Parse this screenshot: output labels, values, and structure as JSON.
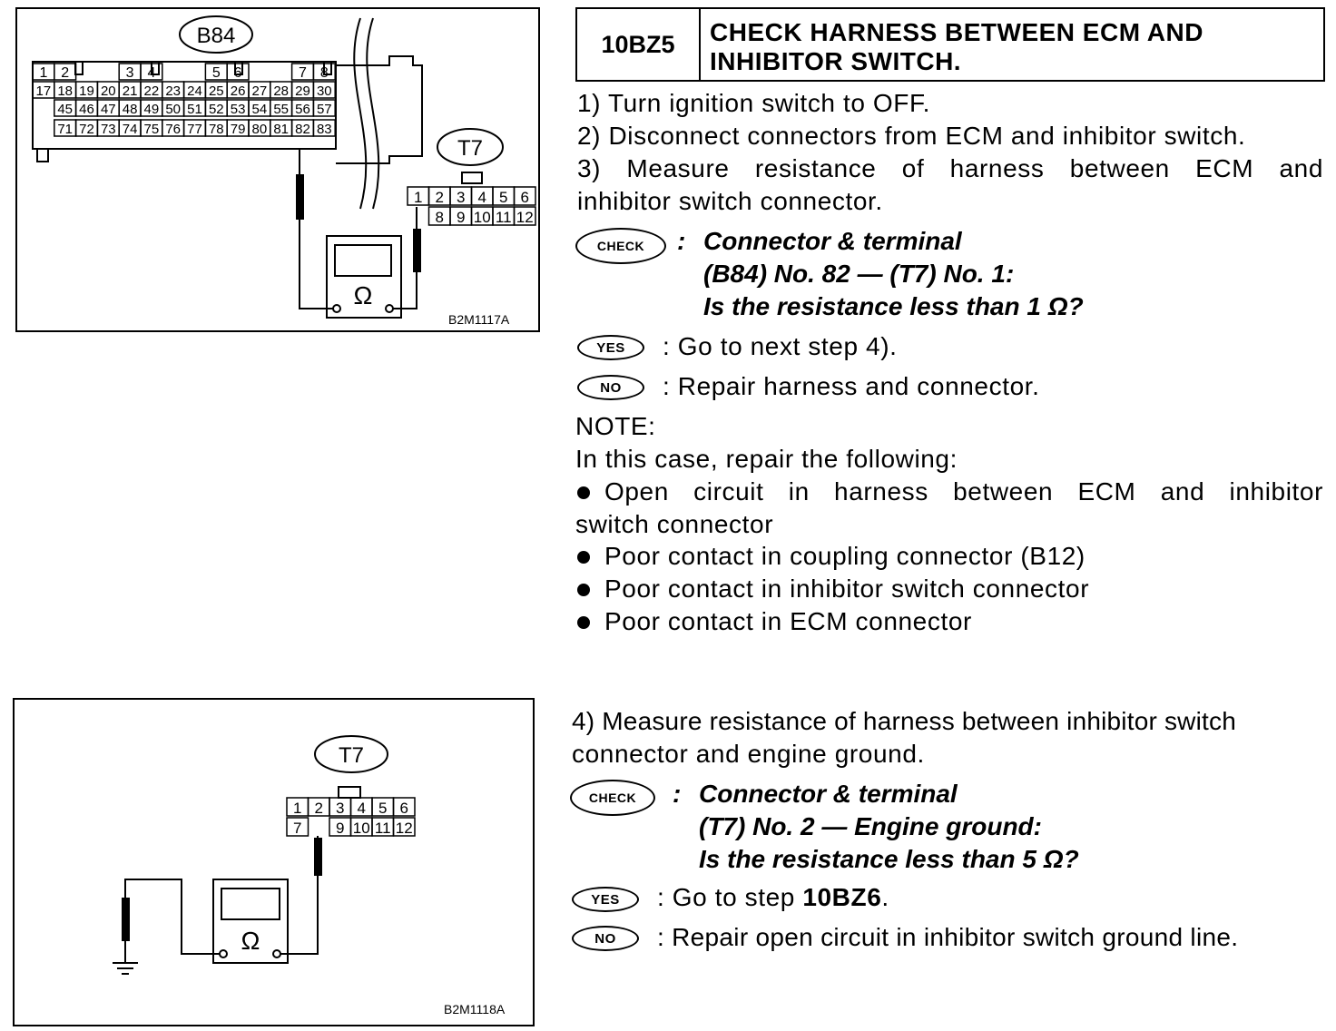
{
  "figure1": {
    "connector_b84": "B84",
    "b84_row1": [
      "1",
      "2",
      "3",
      "4",
      "5",
      "6",
      "7",
      "8"
    ],
    "b84_row2": [
      "17",
      "18",
      "19",
      "20",
      "21",
      "22",
      "23",
      "24",
      "25",
      "26",
      "27",
      "28",
      "29",
      "30"
    ],
    "b84_row3": [
      "45",
      "46",
      "47",
      "48",
      "49",
      "50",
      "51",
      "52",
      "53",
      "54",
      "55",
      "56",
      "57"
    ],
    "b84_row4": [
      "71",
      "72",
      "73",
      "74",
      "75",
      "76",
      "77",
      "78",
      "79",
      "80",
      "81",
      "82",
      "83"
    ],
    "connector_t7": "T7",
    "t7_row1": [
      "1",
      "2",
      "3",
      "4",
      "5",
      "6"
    ],
    "t7_row2": [
      "8",
      "9",
      "10",
      "11",
      "12"
    ],
    "ohm_symbol": "Ω",
    "code": "B2M1117A"
  },
  "step": {
    "id": "10BZ5",
    "title_line1": "CHECK HARNESS BETWEEN ECM AND",
    "title_line2": "INHIBITOR SWITCH.",
    "instr1": "1)  Turn ignition switch to OFF.",
    "instr2": "2)  Disconnect connectors from ECM and inhibitor switch.",
    "instr3_line1": "3) Measure resistance of harness between ECM and",
    "instr3_line2": "inhibitor switch connector.",
    "check_badge": "CHECK",
    "check_colon": ":",
    "check_line1": "Connector & terminal",
    "check_line2": "(B84) No. 82 — (T7) No. 1:",
    "check_line3": "Is the resistance less than 1 Ω?",
    "yes_badge": "YES",
    "yes_text": ":  Go to next step 4).",
    "no_badge": "NO",
    "no_text": ":  Repair harness and connector.",
    "note_label": "NOTE:",
    "note_intro": "In this case, repair the following:",
    "note_items": [
      "Open circuit in harness between ECM and inhibitor",
      "switch connector",
      "Poor contact in coupling connector (B12)",
      "Poor contact in inhibitor switch connector",
      "Poor contact in ECM connector"
    ]
  },
  "figure2": {
    "connector_t7": "T7",
    "t7_row1": [
      "1",
      "2",
      "3",
      "4",
      "5",
      "6"
    ],
    "t7_row2": [
      "7",
      "9",
      "10",
      "11",
      "12"
    ],
    "ohm_symbol": "Ω",
    "code": "B2M1118A"
  },
  "step4": {
    "instr_line1": "4)  Measure resistance of harness between inhibitor switch",
    "instr_line2": "connector and engine ground.",
    "check_badge": "CHECK",
    "check_colon": ":",
    "check_line1": "Connector & terminal",
    "check_line2": "(T7) No. 2 — Engine ground:",
    "check_line3": "Is the resistance less than 5 Ω?",
    "yes_badge": "YES",
    "yes_prefix": ":  Go to step ",
    "yes_target": "10BZ6",
    "yes_suffix": ".",
    "no_badge": "NO",
    "no_text": ":  Repair open circuit in inhibitor switch ground line."
  }
}
